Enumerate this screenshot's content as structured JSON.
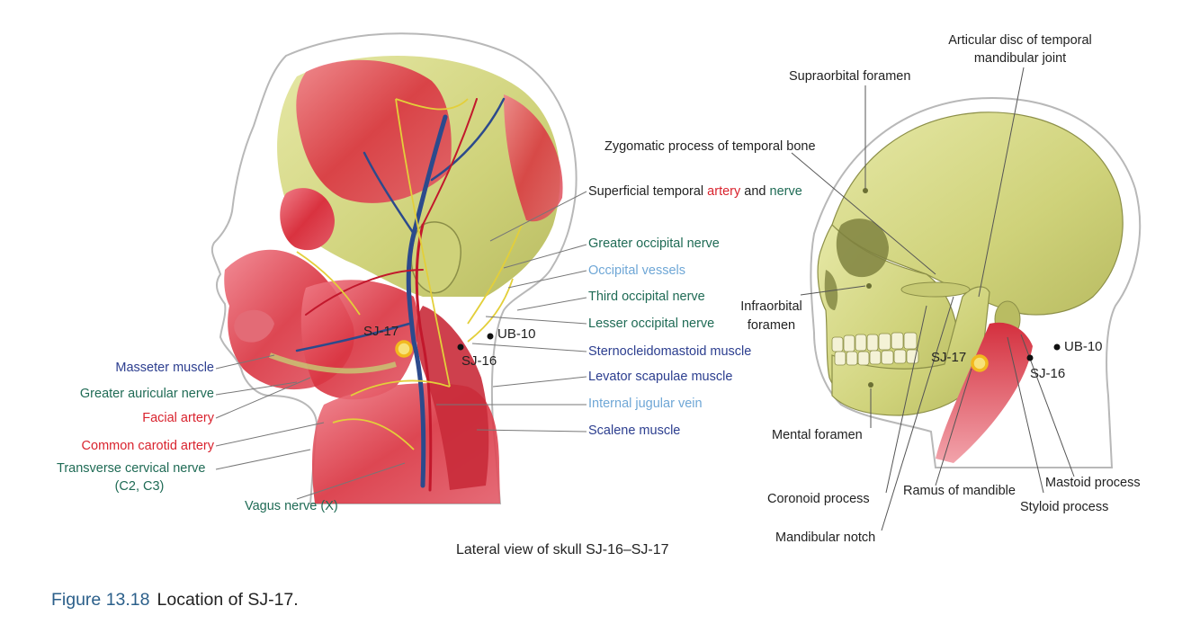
{
  "left_view": {
    "left_labels": {
      "masseter": "Masseter muscle",
      "greater_auricular": "Greater auricular nerve",
      "facial_artery": "Facial artery",
      "common_carotid": "Common carotid artery",
      "transverse_cervical": "Transverse cervical nerve",
      "transverse_cervical_sub": "(C2, C3)",
      "vagus": "Vagus nerve (X)"
    },
    "right_labels": {
      "superficial_temporal_pre": "Superficial temporal ",
      "superficial_temporal_artery": "artery",
      "superficial_temporal_and": " and ",
      "superficial_temporal_nerve": "nerve",
      "greater_occipital": "Greater occipital nerve",
      "occipital_vessels": "Occipital vessels",
      "third_occipital": "Third occipital nerve",
      "lesser_occipital": "Lesser occipital nerve",
      "scm": "Sternocleidomastoid muscle",
      "levator": "Levator scapulae muscle",
      "ijv": "Internal jugular vein",
      "scalene": "Scalene muscle"
    },
    "points": {
      "sj17": "SJ-17",
      "sj16": "SJ-16",
      "ub10": "UB-10"
    }
  },
  "right_view": {
    "labels": {
      "articular_disc": "Articular disc of temporal",
      "articular_disc_2": "mandibular joint",
      "supraorbital": "Supraorbital foramen",
      "zygomatic": "Zygomatic process of temporal bone",
      "infraorbital": "Infraorbital",
      "infraorbital_2": "foramen",
      "mental": "Mental foramen",
      "coronoid": "Coronoid process",
      "ramus": "Ramus of mandible",
      "mandibular_notch": "Mandibular notch",
      "mastoid": "Mastoid process",
      "styloid": "Styloid process"
    },
    "points": {
      "sj17": "SJ-17",
      "sj16": "SJ-16",
      "ub10": "UB-10"
    }
  },
  "caption": "Lateral view of skull SJ-16–SJ-17",
  "figure": {
    "number": "Figure 13.18",
    "title": "Location of SJ-17."
  },
  "colors": {
    "muscle": "#e0404f",
    "bone": "#d8da84",
    "nerve_green": "#1f6b55",
    "artery_red": "#d9232e",
    "navy_label": "#2c3e8f",
    "vessel_blue": "#6fa7d6",
    "point_ring": "#f2b91e",
    "figure_number": "#2b5f8a"
  }
}
